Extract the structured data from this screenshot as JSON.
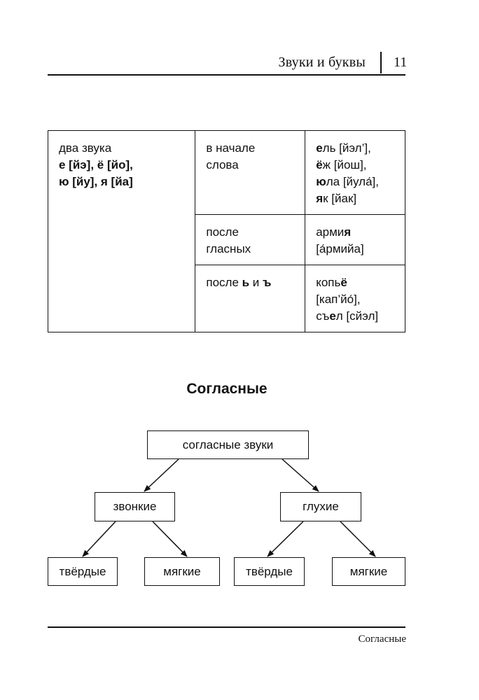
{
  "header": {
    "title": "Звуки и буквы",
    "page_number": "11"
  },
  "table": {
    "col1": {
      "line1": "два звука",
      "line2": "е [йэ], ё [йо],",
      "line3": "ю [йу], я [йа]"
    },
    "rows": [
      {
        "position": "в начале слова",
        "examples": [
          {
            "bold": "е",
            "rest": "ль [йэл’],"
          },
          {
            "bold": "ё",
            "rest": "ж [йош],"
          },
          {
            "bold": "ю",
            "rest": "ла [йула́],"
          },
          {
            "bold": "я",
            "rest": "к [йак]"
          }
        ]
      },
      {
        "position": "после гласных",
        "examples_text": {
          "pre": "арми",
          "bold": "я",
          "transcription": "[а́рмийа]"
        }
      },
      {
        "position_pre": "после ",
        "position_b1": "ь",
        "position_mid": " и ",
        "position_b2": "ъ",
        "ex1_pre": "копь",
        "ex1_bold": "ё",
        "ex2": "[кап’йо́],",
        "ex3_pre": "съ",
        "ex3_bold": "е",
        "ex3_post": "л [сйэл]"
      }
    ]
  },
  "section_title": "Согласные",
  "diagram": {
    "root": "согласные звуки",
    "voiced": "звонкие",
    "voiceless": "глухие",
    "leaf_hard_1": "твёрдые",
    "leaf_soft_1": "мягкие",
    "leaf_hard_2": "твёрдые",
    "leaf_soft_2": "мягкие"
  },
  "footer": {
    "text": "Согласные"
  }
}
